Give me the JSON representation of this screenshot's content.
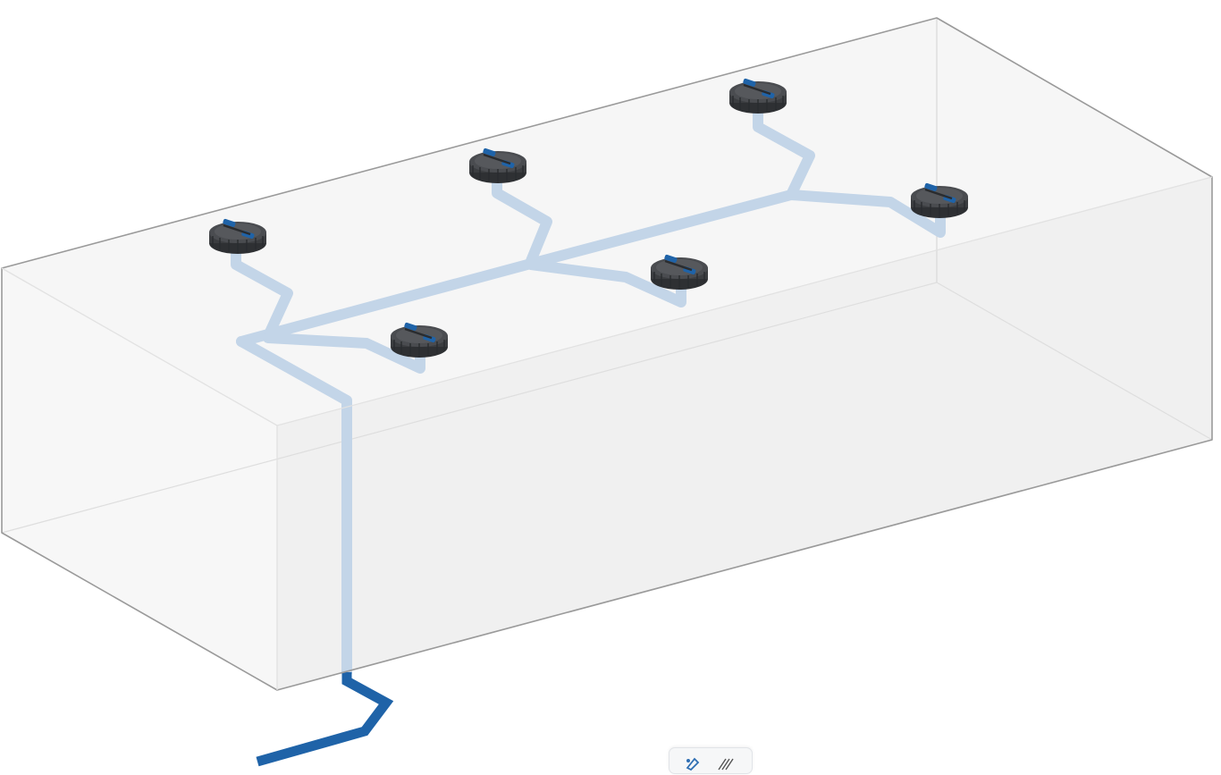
{
  "diagram": {
    "colors": {
      "box_edge": "#9a9a9a",
      "box_face_top": "#f3f3f3",
      "box_face_front": "#ededed",
      "box_face_side": "#f1f1f1",
      "pipe_inside": "#c3d5e8",
      "pipe_outside": "#1f63a8",
      "valve_body": "#3d3f42",
      "valve_accent": "#1f63a8"
    },
    "valves": [
      {
        "id": "valve-1"
      },
      {
        "id": "valve-2"
      },
      {
        "id": "valve-3"
      },
      {
        "id": "valve-4"
      },
      {
        "id": "valve-5"
      },
      {
        "id": "valve-6"
      }
    ]
  },
  "toolbar": {
    "tools": [
      {
        "icon": "edit-shape-icon"
      },
      {
        "icon": "hatch-fill-icon"
      }
    ]
  }
}
